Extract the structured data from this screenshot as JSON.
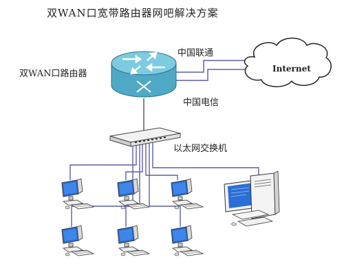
{
  "title": "双WAN口宽带路由器网吧解决方案",
  "labels": {
    "router": "双WAN口路由器",
    "unicom": "中国联通",
    "telecom": "中国电信",
    "switch": "以太网交换机",
    "internet": "Internet"
  },
  "colors": {
    "link_line": "#5a5fa8",
    "router_body": "#4fa9c6",
    "router_top": "#7ccbe0",
    "monitor_screen": "#2a6fd6",
    "cloud_stroke": "#222222"
  }
}
